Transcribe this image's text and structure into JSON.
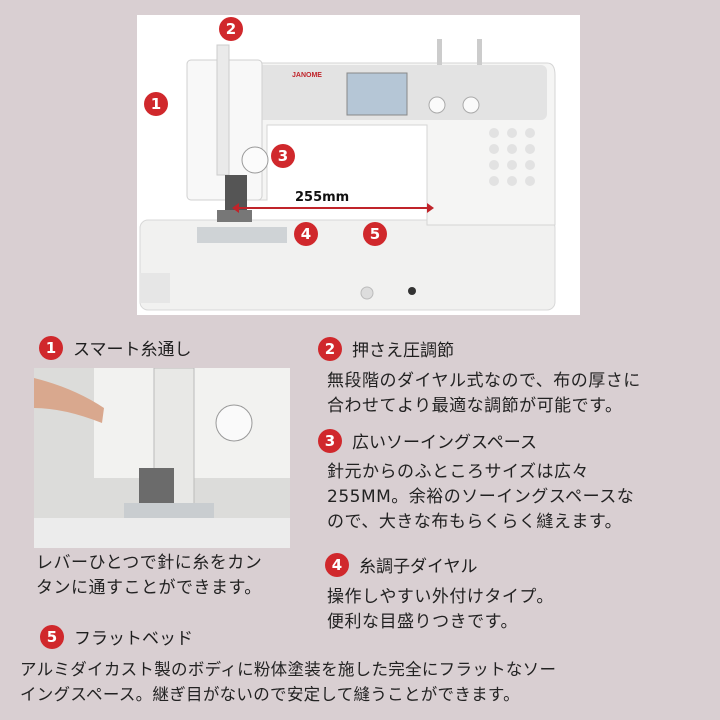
{
  "photo": {
    "brand": "JANOME",
    "measure": "255mm",
    "badges": [
      "1",
      "2",
      "3",
      "4",
      "5"
    ]
  },
  "sections": [
    {
      "num": "1",
      "title": "スマート糸通し",
      "lines": [
        "レバーひとつで針に糸をカン",
        "タンに通すことができます。"
      ]
    },
    {
      "num": "2",
      "title": "押さえ圧調節",
      "lines": [
        "無段階のダイヤル式なので、布の厚さに",
        "合わせてより最適な調節が可能です。"
      ]
    },
    {
      "num": "3",
      "title": "広いソーイングスペース",
      "lines": [
        "針元からのふところサイズは広々",
        "255MM。余裕のソーイングスペースな",
        "ので、大きな布もらくらく縫えます。"
      ]
    },
    {
      "num": "4",
      "title": "糸調子ダイヤル",
      "lines": [
        "操作しやすい外付けタイプ。",
        "便利な目盛りつきです。"
      ]
    },
    {
      "num": "5",
      "title": "フラットベッド",
      "lines": [
        "アルミダイカスト製のボディに粉体塗装を施した完全にフラットなソー",
        "イングスペース。継ぎ目がないので安定して縫うことができます。"
      ]
    }
  ]
}
